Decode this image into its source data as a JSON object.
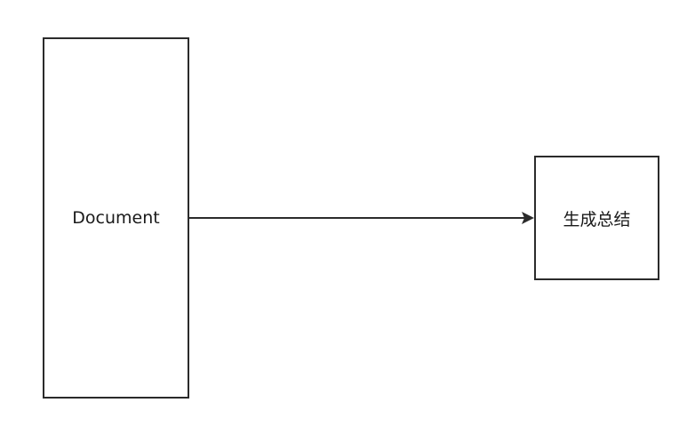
{
  "nodes": {
    "document": {
      "label": "Document"
    },
    "summary": {
      "label": "生成总结"
    }
  },
  "edges": [
    {
      "from": "document",
      "to": "summary",
      "label": ""
    }
  ],
  "colors": {
    "stroke": "#2b2b2b",
    "text": "#1a1a1a",
    "background": "#ffffff"
  }
}
